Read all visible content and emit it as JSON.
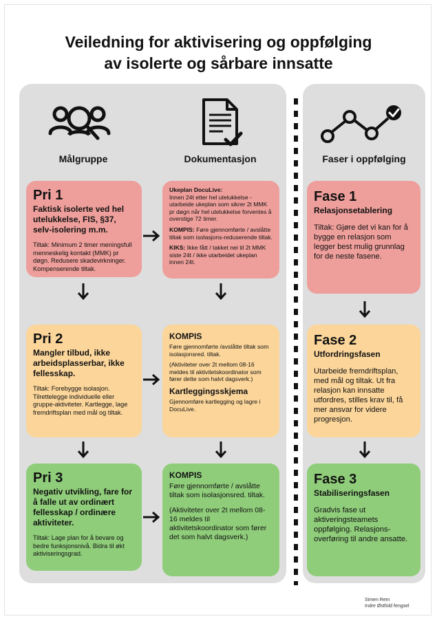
{
  "title": {
    "line1": "Veiledning for aktivisering og oppfølging",
    "line2": "av isolerte og sårbare innsatte"
  },
  "headers": {
    "malgruppe": "Målgruppe",
    "dokumentasjon": "Dokumentasjon",
    "faser": "Faser i oppfølging"
  },
  "icons": {
    "malgruppe": "users-search-icon",
    "dokumentasjon": "document-check-icon",
    "faser": "progress-line-check-icon"
  },
  "pri": [
    {
      "title": "Pri 1",
      "desc": "Faktisk isolerte ved hel utelukkelse, FIS, §37, selv-isolering m.m.",
      "tiltak": "Tiltak: Minimum 2 timer meningsfull menneskelig kontakt (MMK) pr døgn. Redusere skadevirkninger. Kompenserende tiltak."
    },
    {
      "title": "Pri 2",
      "desc": "Mangler tilbud, ikke arbeidsplasserbar, ikke fellesskap.",
      "tiltak": "Tiltak: Forebygge isolasjon. Tilrettelegge individuelle eller gruppe-aktiviteter. Kartlegge, lage fremdriftsplan med mål og tiltak."
    },
    {
      "title": "Pri 3",
      "desc": "Negativ utvikling, fare for å falle ut av ordinært fellesskap / ordinære aktiviteter.",
      "tiltak": "Tiltak: Lage plan for å bevare og bedre funksjonsnivå. Bidra til økt aktiviseringsgrad."
    }
  ],
  "doc": {
    "box1": {
      "ukeplan_label": "Ukeplan DocuLive:",
      "ukeplan_text": "Innen 24t etter hel utelukkelse - utarbeide ukeplan som sikrer 2t MMK pr døgn når hel utelukkelse forventes å overstige 72 timer.",
      "kompis_label": "KOMPIS:",
      "kompis_text": "Føre gjennomførte / avslåtte tiltak som isolasjons-reduserende tiltak.",
      "kiks_label": "KIKS:",
      "kiks_text": "Ikke fått / takket nei til 2t MMK siste 24t / ikke utarbeidet ukeplan innen 24t."
    },
    "box2": {
      "kompis_title": "KOMPIS",
      "kompis_text": "Føre gjennomførte /avslåtte tiltak som isolasjonsred. tiltak.",
      "note": "(Aktiviteter over 2t mellom 08-16 meldes til aktivitetskoordinator som fører dette som halvt dagsverk.)",
      "kart_title": "Kartleggingsskjema",
      "kart_text": "Gjennomføre kartlegging og lagre i DocuLive."
    },
    "box3": {
      "kompis_title": "KOMPIS",
      "kompis_text": "Føre gjennomførte / avslåtte tiltak som isolasjonsred. tiltak.",
      "note": "(Aktiviteter over 2t mellom 08-16 meldes til aktivitetskoordinator som fører det som halvt dagsverk.)"
    }
  },
  "fase": [
    {
      "title": "Fase 1",
      "subtitle": "Relasjonsetablering",
      "text": "Tiltak: Gjøre det vi kan for å bygge en relasjon som legger best mulig grunnlag for de neste fasene."
    },
    {
      "title": "Fase 2",
      "subtitle": "Utfordringsfasen",
      "text": "Utarbeide fremdriftsplan, med mål og tiltak. Ut fra relasjon kan innsatte utfordres, stilles krav til, få mer ansvar for videre progresjon."
    },
    {
      "title": "Fase 3",
      "subtitle": "Stabiliseringsfasen",
      "text": "Gradvis fase ut aktiveringsteamets oppfølging. Relasjons-overføring til andre ansatte."
    }
  ],
  "signature": {
    "name": "Simen Rem",
    "org": "Indre Østfold fengsel"
  },
  "colors": {
    "pri1": "#ee9f9b",
    "pri2": "#fbd59a",
    "pri3": "#8fcd7a",
    "panel": "#dedede"
  }
}
